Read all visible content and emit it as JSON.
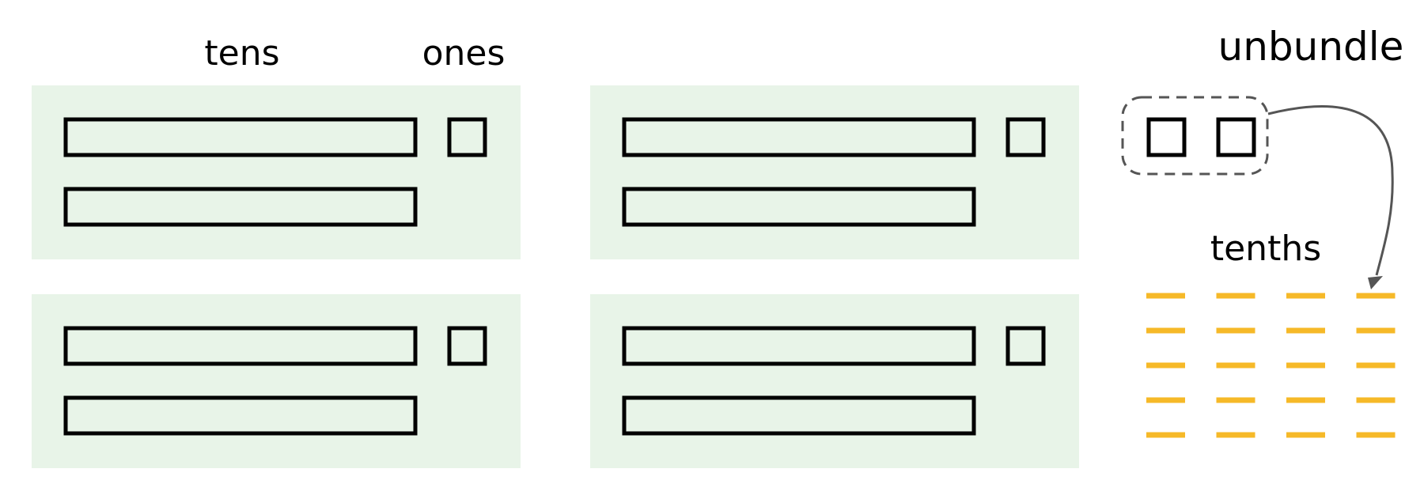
{
  "labels": {
    "tens": "tens",
    "ones": "ones",
    "unbundle": "unbundle",
    "tenths": "tenths"
  },
  "groups": [
    {
      "tens": 2,
      "ones": 1
    },
    {
      "tens": 2,
      "ones": 1
    },
    {
      "tens": 2,
      "ones": 1
    },
    {
      "tens": 2,
      "ones": 1
    }
  ],
  "unbundled_ones": 2,
  "tenths": {
    "rows": 5,
    "cols": 4,
    "count": 20
  },
  "colors": {
    "group_background": "#e8f4e8",
    "block_outline": "#000000",
    "tenth_bar": "#f6b928",
    "dashed_outline": "#555555"
  },
  "icons": {
    "arrow": "curved-arrow-icon"
  }
}
